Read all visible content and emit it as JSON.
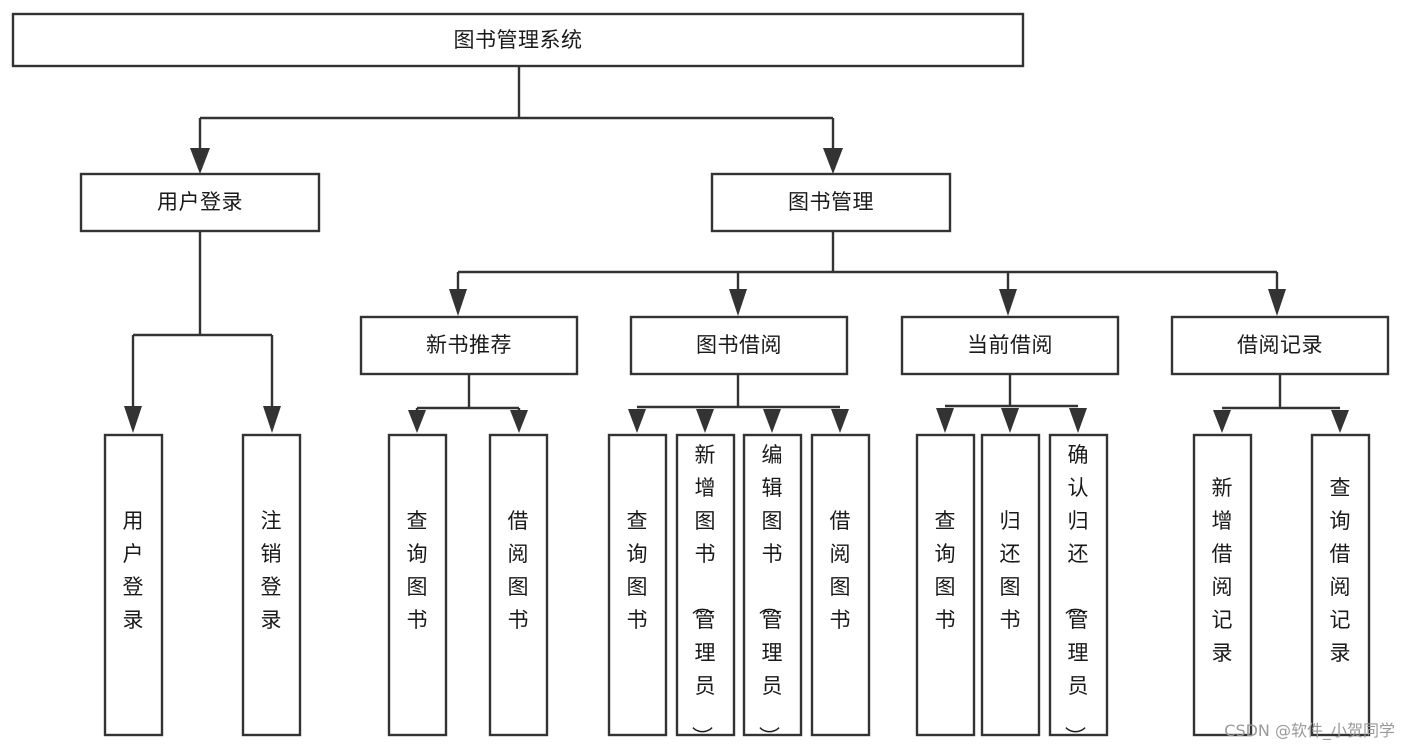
{
  "diagram": {
    "title": "图书管理系统",
    "type": "tree-hierarchy-flowchart",
    "root": {
      "id": "root",
      "label": "图书管理系统"
    },
    "level2": [
      {
        "id": "user-login",
        "label": "用户登录"
      },
      {
        "id": "book-management",
        "label": "图书管理"
      }
    ],
    "level3": [
      {
        "id": "new-book-recommend",
        "label": "新书推荐",
        "parent": "book-management"
      },
      {
        "id": "book-borrow",
        "label": "图书借阅",
        "parent": "book-management"
      },
      {
        "id": "current-borrow",
        "label": "当前借阅",
        "parent": "book-management"
      },
      {
        "id": "borrow-record",
        "label": "借阅记录",
        "parent": "book-management"
      }
    ],
    "leaves": [
      {
        "id": "leaf-user-login",
        "label": "用户登录",
        "parent": "user-login"
      },
      {
        "id": "leaf-logout",
        "label": "注销登录",
        "parent": "user-login"
      },
      {
        "id": "leaf-query-book-1",
        "label": "查询图书",
        "parent": "new-book-recommend"
      },
      {
        "id": "leaf-borrow-book-1",
        "label": "借阅图书",
        "parent": "new-book-recommend"
      },
      {
        "id": "leaf-query-book-2",
        "label": "查询图书",
        "parent": "book-borrow"
      },
      {
        "id": "leaf-add-book",
        "label": "新增图书（管理员）",
        "parent": "book-borrow"
      },
      {
        "id": "leaf-edit-book",
        "label": "编辑图书（管理员）",
        "parent": "book-borrow"
      },
      {
        "id": "leaf-borrow-book-2",
        "label": "借阅图书",
        "parent": "book-borrow"
      },
      {
        "id": "leaf-query-book-3",
        "label": "查询图书",
        "parent": "current-borrow"
      },
      {
        "id": "leaf-return-book",
        "label": "归还图书",
        "parent": "current-borrow"
      },
      {
        "id": "leaf-confirm-return",
        "label": "确认归还（管理员）",
        "parent": "current-borrow"
      },
      {
        "id": "leaf-add-record",
        "label": "新增借阅记录",
        "parent": "borrow-record"
      },
      {
        "id": "leaf-query-record",
        "label": "查询借阅记录",
        "parent": "borrow-record"
      }
    ],
    "colors": {
      "stroke": "#333333",
      "fill": "#ffffff",
      "text": "#1a1a1a",
      "watermark": "#9a9a9a",
      "background": "#ffffff"
    }
  },
  "watermark": {
    "text": "CSDN @软件_小贺同学"
  }
}
